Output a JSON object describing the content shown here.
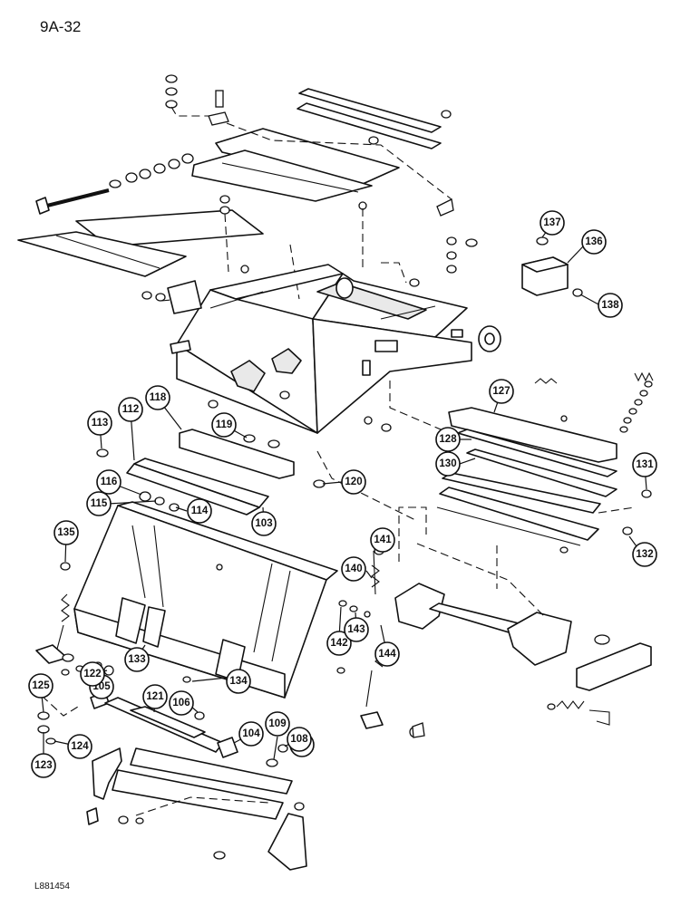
{
  "page": {
    "code": "9A-32",
    "drawing_code": "L881454"
  },
  "callouts": [
    {
      "label": "103"
    },
    {
      "label": "104"
    },
    {
      "label": "105"
    },
    {
      "label": "106"
    },
    {
      "label": "107"
    },
    {
      "label": "108"
    },
    {
      "label": "109"
    },
    {
      "label": "112"
    },
    {
      "label": "113"
    },
    {
      "label": "114"
    },
    {
      "label": "115"
    },
    {
      "label": "116"
    },
    {
      "label": "118"
    },
    {
      "label": "119"
    },
    {
      "label": "120"
    },
    {
      "label": "121"
    },
    {
      "label": "122"
    },
    {
      "label": "123"
    },
    {
      "label": "124"
    },
    {
      "label": "125"
    },
    {
      "label": "127"
    },
    {
      "label": "128"
    },
    {
      "label": "130"
    },
    {
      "label": "131"
    },
    {
      "label": "132"
    },
    {
      "label": "133"
    },
    {
      "label": "134"
    },
    {
      "label": "135"
    },
    {
      "label": "136"
    },
    {
      "label": "137"
    },
    {
      "label": "138"
    },
    {
      "label": "140"
    },
    {
      "label": "141"
    },
    {
      "label": "142"
    },
    {
      "label": "143"
    },
    {
      "label": "144"
    }
  ]
}
